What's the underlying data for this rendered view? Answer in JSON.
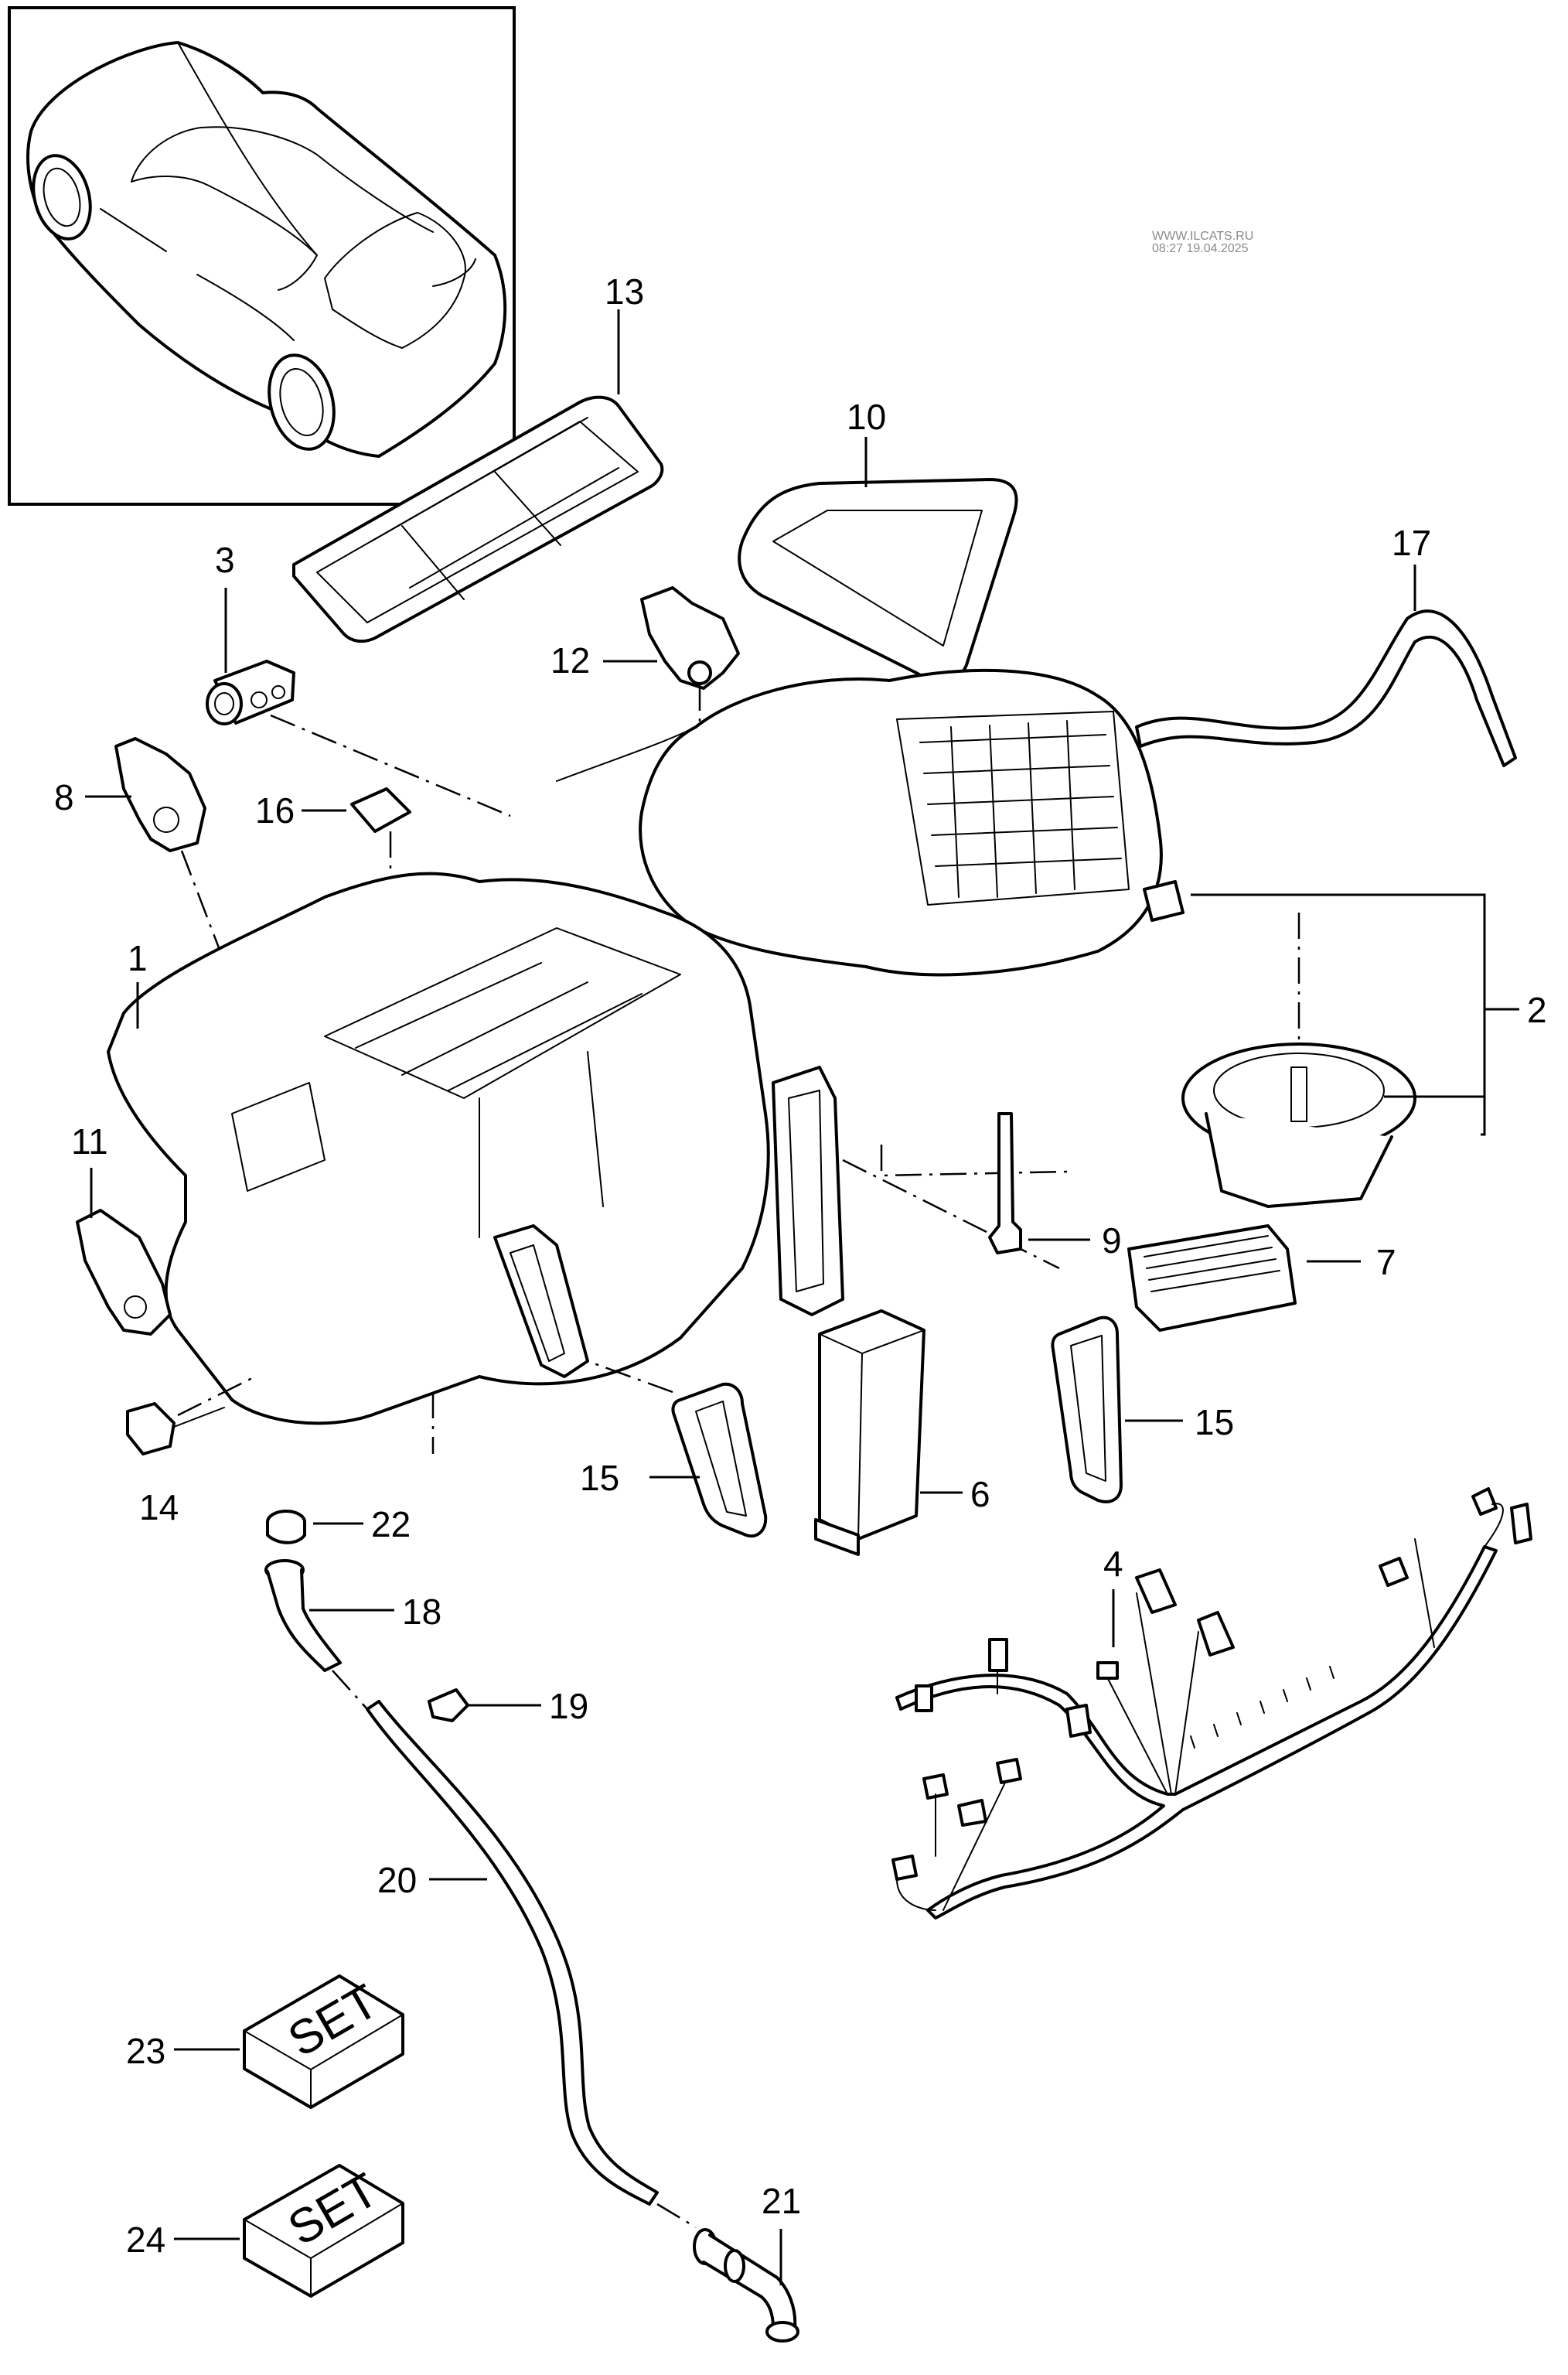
{
  "watermark": {
    "site": "WWW.ILCATS.RU",
    "timestamp": "08:27 19.04.2025"
  },
  "thumbnail": {
    "label": "vehicle-overview"
  },
  "set_label": "SET",
  "callouts": {
    "c1": "1",
    "c2": "2",
    "c3": "3",
    "c4": "4",
    "c6": "6",
    "c7": "7",
    "c8": "8",
    "c9": "9",
    "c10": "10",
    "c11": "11",
    "c12": "12",
    "c13": "13",
    "c14": "14",
    "c15a": "15",
    "c15b": "15",
    "c16": "16",
    "c17": "17",
    "c18": "18",
    "c19": "19",
    "c20": "20",
    "c21": "21",
    "c22": "22",
    "c23": "23",
    "c24": "24"
  }
}
